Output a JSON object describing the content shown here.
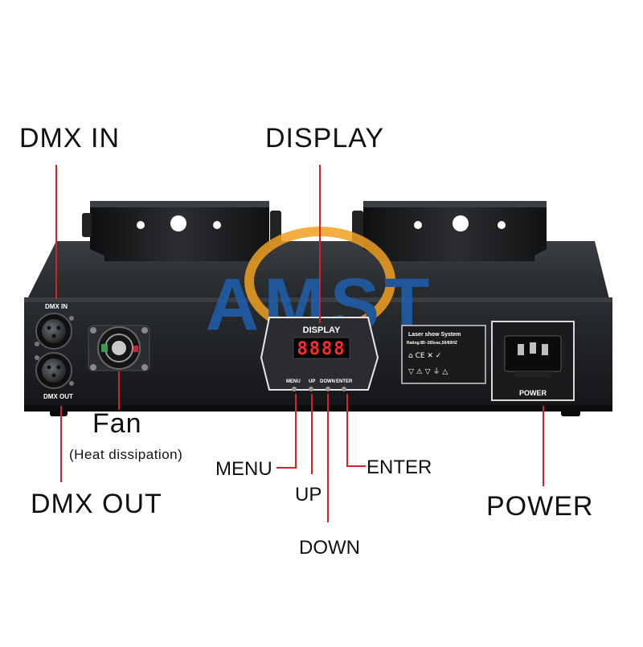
{
  "watermark": "AMST",
  "device": {
    "dmx_in_label": "DMX IN",
    "dmx_out_label": "DMX OUT",
    "display_panel_title": "DISPLAY",
    "led_readout": "8888",
    "buttons": [
      "MENU",
      "UP",
      "DOWN",
      "ENTER"
    ],
    "spec_title": "Laser show System",
    "spec_rating": "Rating:85~265vac,50/60HZ",
    "power_label": "POWER"
  },
  "callouts": {
    "dmx_in": "DMX IN",
    "display": "DISPLAY",
    "fan": "Fan",
    "fan_note": "(Heat dissipation)",
    "dmx_out": "DMX OUT",
    "menu": "MENU",
    "up": "UP",
    "down": "DOWN",
    "enter": "ENTER",
    "power": "POWER"
  },
  "colors": {
    "body": "#1d1f22",
    "leader_line": "#d2232a",
    "watermark_blue": "#1f5fae",
    "watermark_orange": "#f0a020",
    "led_red": "#ff2a2a"
  }
}
